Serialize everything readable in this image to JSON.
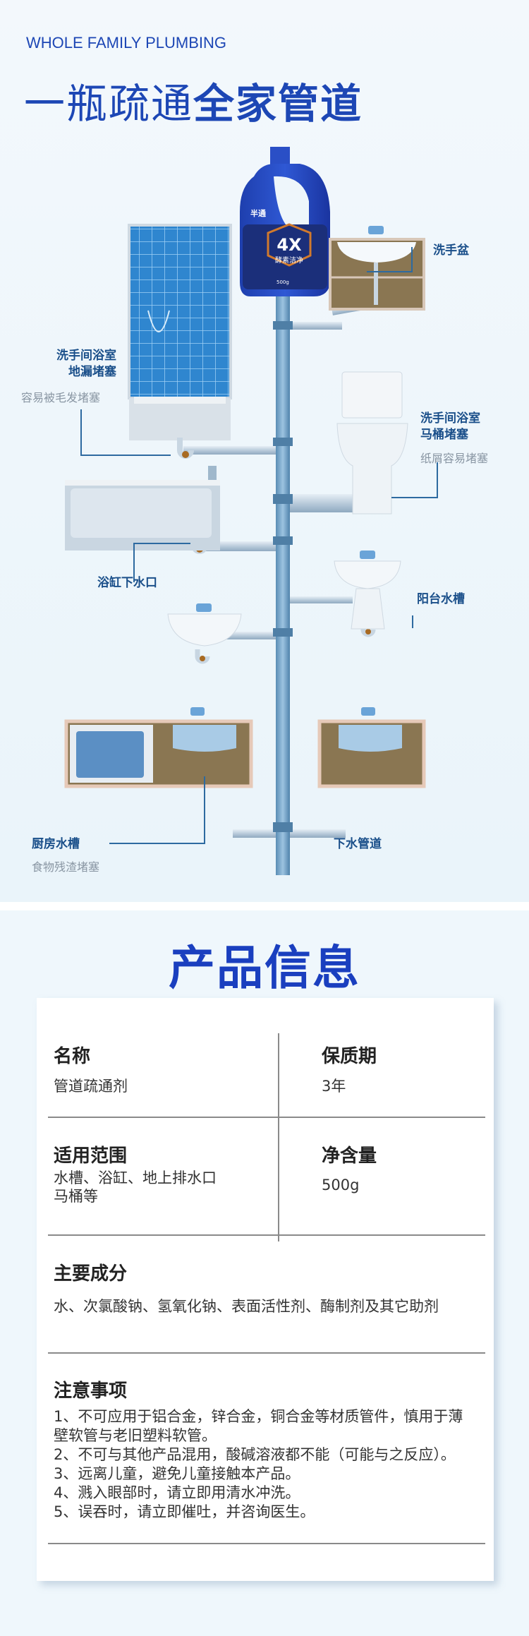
{
  "hero": {
    "subtitle": "WHOLE FAMILY PLUMBING",
    "title_light": "一瓶疏通",
    "title_bold": "全家管道",
    "bottle": {
      "brand": "半通",
      "badge": "4X",
      "name": "酵素洁净",
      "weight": "500g"
    },
    "labels": {
      "wash_basin": "洗手盆",
      "floor_drain_l1": "洗手间浴室",
      "floor_drain_l2": "地漏堵塞",
      "floor_drain_note": "容易被毛发堵塞",
      "toilet_l1": "洗手间浴室",
      "toilet_l2": "马桶堵塞",
      "toilet_note": "纸屑容易堵塞",
      "bathtub": "浴缸下水口",
      "balcony": "阳台水槽",
      "kitchen": "厨房水槽",
      "kitchen_note": "食物残渣堵塞",
      "sewer": "下水管道"
    },
    "colors": {
      "brand_blue": "#1d47b5",
      "label_blue": "#1a4f8a",
      "pipe": "#6f9fc4"
    }
  },
  "info": {
    "title": "产品信息",
    "name_label": "名称",
    "name_value": "管道疏通剂",
    "shelf_label": "保质期",
    "shelf_value": "3年",
    "scope_label": "适用范围",
    "scope_value_l1": "水槽、浴缸、地上排水口",
    "scope_value_l2": "马桶等",
    "net_label": "净含量",
    "net_value": "500g",
    "ingredients_label": "主要成分",
    "ingredients_value": "水、次氯酸钠、氢氧化钠、表面活性剂、酶制剂及其它助剂",
    "notes_label": "注意事项",
    "notes": [
      "1、不可应用于铝合金，锌合金，铜合金等材质管件，慎用于薄",
      "壁软管与老旧塑料软管。",
      "2、不可与其他产品混用，酸碱溶液都不能（可能与之反应）。",
      "3、远离儿童，避免儿童接触本产品。",
      "4、溅入眼部时，请立即用清水冲洗。",
      "5、误吞时，请立即催吐，并咨询医生。"
    ]
  }
}
